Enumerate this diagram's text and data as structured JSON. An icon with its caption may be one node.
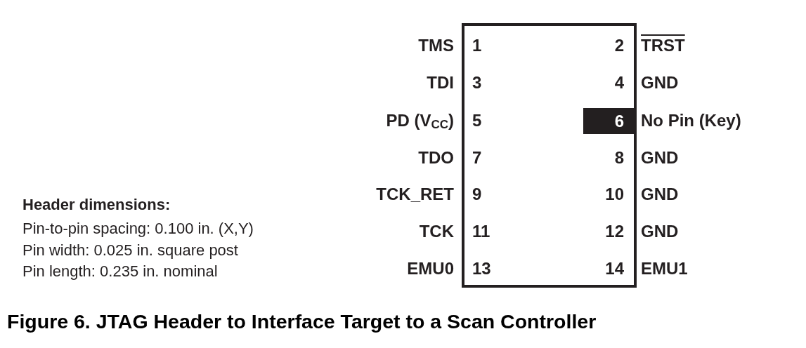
{
  "diagram": {
    "caption": "Figure 6. JTAG Header to Interface Target to a Scan Controller",
    "nodes": [
      {
        "text": [
          "1",
          "2",
          "3",
          "4",
          "5",
          "7",
          "8",
          "9",
          "10",
          "11",
          "12",
          "13",
          "14"
        ]
      },
      {
        "text": [
          "6"
        ],
        "in": 0
      }
    ],
    "labels": [
      "TMS",
      "TRST",
      "TDI",
      "GND",
      "PD (V$_{CC}$)",
      "No Pin (Key)",
      "TDO",
      "GND",
      "TCK_RET",
      "GND",
      "TCK",
      "GND",
      "EMU0",
      "EMU1",
      "Header dimensions:",
      "Pin-to-pin spacing: 0.100 in. (X,Y)",
      "Pin width: 0.025 in. square post",
      "Pin length: 0.235 in. nominal"
    ]
  }
}
